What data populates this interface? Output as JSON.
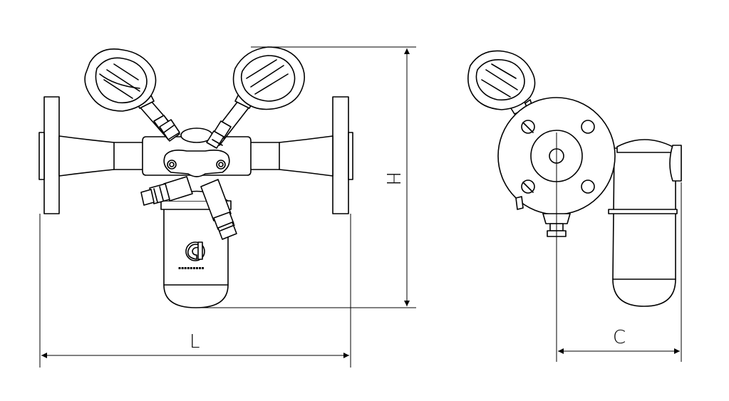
{
  "dimensions": {
    "length_label": "L",
    "height_label": "H",
    "offset_label": "C"
  },
  "logo": {
    "mark": "CI"
  },
  "colors": {
    "line": "#000000",
    "background": "#ffffff"
  }
}
